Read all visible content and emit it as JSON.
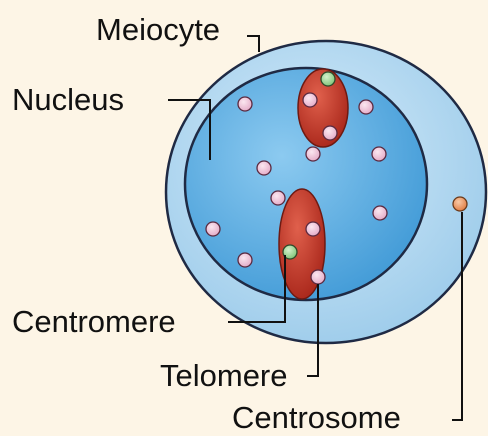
{
  "labels": {
    "meiocyte": "Meiocyte",
    "nucleus": "Nucleus",
    "centromere": "Centromere",
    "telomere": "Telomere",
    "centrosome": "Centrosome"
  },
  "colors": {
    "background": "#fdf5e6",
    "cell_fill": "#b9dcf2",
    "cell_outline": "#1f2a44",
    "nucleus_fill": "#5fb1e0",
    "chromosome_fill": "#c0392b",
    "granule_fill": "#f2c9dd",
    "centromere_fill": "#9fd49a",
    "centrosome_fill": "#f0a070"
  }
}
